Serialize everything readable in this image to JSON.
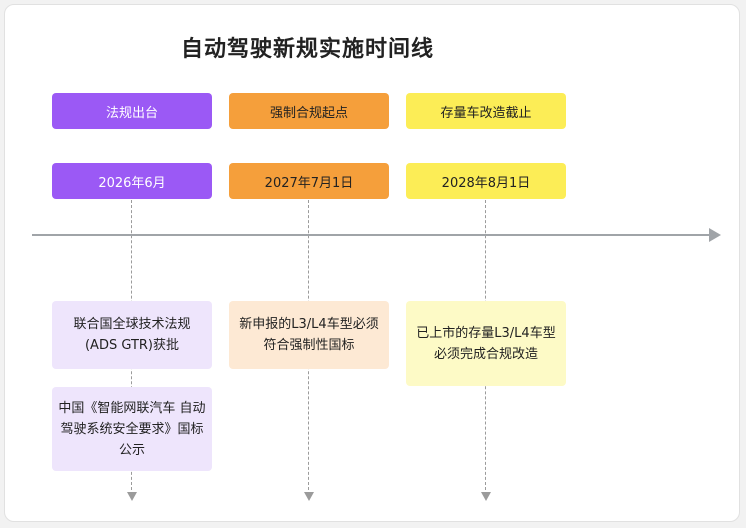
{
  "title": "自动驾驶新规实施时间线",
  "colors": {
    "phase_1": "#9b59f5",
    "phase_2": "#f59f3b",
    "phase_3": "#fced56",
    "phase_1_light": "#eee5fc",
    "phase_2_light": "#fde9d4",
    "phase_3_light": "#fdfac6"
  },
  "phases": [
    {
      "label": "法规出台",
      "date": "2026年6月",
      "events": [
        "联合国全球技术法规(ADS GTR)获批",
        "中国《智能网联汽车 自动驾驶系统安全要求》国标公示"
      ]
    },
    {
      "label": "强制合规起点",
      "date": "2027年7月1日",
      "events": [
        "新申报的L3/L4车型必须符合强制性国标"
      ]
    },
    {
      "label": "存量车改造截止",
      "date": "2028年8月1日",
      "events": [
        "已上市的存量L3/L4车型必须完成合规改造"
      ]
    }
  ]
}
